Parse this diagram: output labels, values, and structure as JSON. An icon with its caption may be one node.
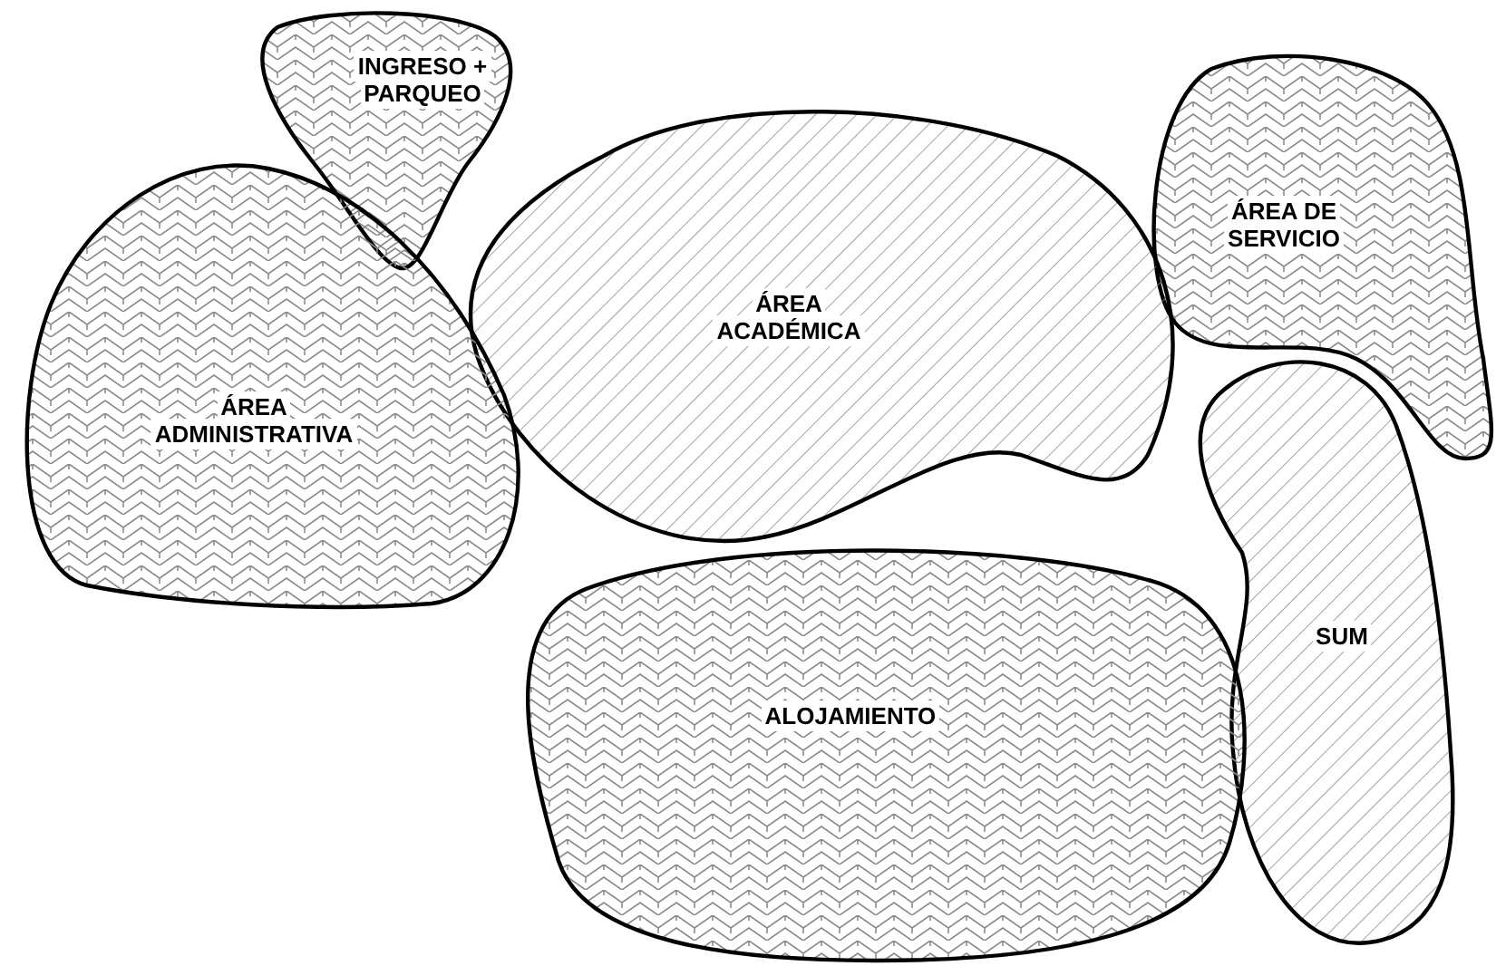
{
  "diagram": {
    "nodes": [
      {
        "text": [
          "INGRESO + PARQUEO"
        ]
      },
      {
        "text": [
          "ÁREA DE SERVICIO"
        ]
      },
      {
        "text": [
          "ÁREA ACADÉMICA"
        ]
      },
      {
        "text": [
          "ÁREA ADMINISTRATIVA"
        ]
      },
      {
        "text": [
          "SUM"
        ]
      },
      {
        "text": [
          "ALOJAMIENTO"
        ]
      }
    ]
  }
}
